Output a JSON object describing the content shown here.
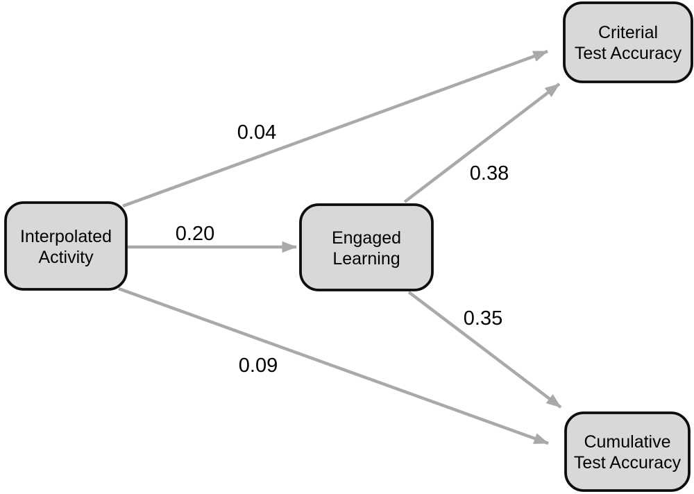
{
  "diagram": {
    "type": "path-model",
    "nodes": {
      "interpolated_activity": {
        "line1": "Interpolated",
        "line2": "Activity"
      },
      "engaged_learning": {
        "line1": "Engaged",
        "line2": "Learning"
      },
      "criterial_test_accuracy": {
        "line1": "Criterial",
        "line2": "Test Accuracy"
      },
      "cumulative_test_accuracy": {
        "line1": "Cumulative",
        "line2": "Test Accuracy"
      }
    },
    "edges": [
      {
        "from": "Interpolated Activity",
        "to": "Criterial Test Accuracy",
        "label": "0.04"
      },
      {
        "from": "Interpolated Activity",
        "to": "Engaged Learning",
        "label": "0.20"
      },
      {
        "from": "Engaged Learning",
        "to": "Criterial Test Accuracy",
        "label": "0.38"
      },
      {
        "from": "Engaged Learning",
        "to": "Cumulative Test Accuracy",
        "label": "0.35"
      },
      {
        "from": "Interpolated Activity",
        "to": "Cumulative Test Accuracy",
        "label": "0.09"
      }
    ],
    "colors": {
      "background": "#ffffff",
      "node_fill": "#d8d8d8",
      "node_border": "#0d0d0d",
      "arrow": "#a9a9a9",
      "text": "#000000"
    }
  }
}
